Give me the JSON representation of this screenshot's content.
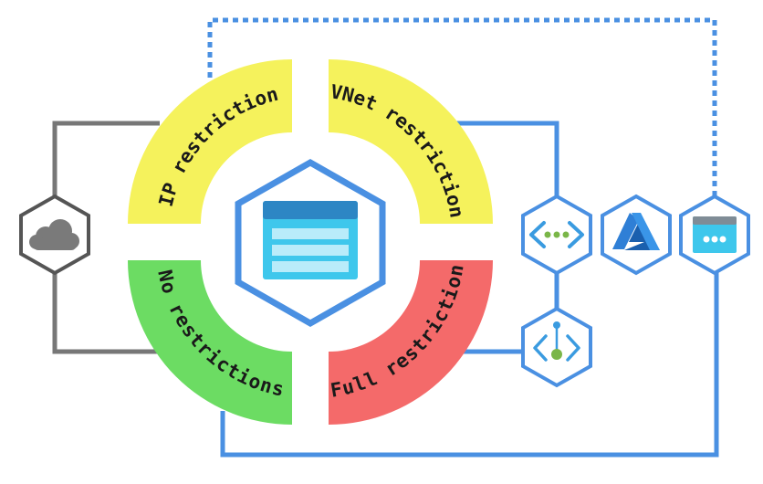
{
  "quadrants": {
    "top_left": {
      "label": "IP restriction",
      "color": "#f5f25c"
    },
    "top_right": {
      "label": "VNet restriction",
      "color": "#f5f25c"
    },
    "bottom_left": {
      "label": "No restrictions",
      "color": "#6cdc63"
    },
    "bottom_right": {
      "label": "Full restriction",
      "color": "#f46a6a"
    }
  },
  "colors": {
    "hex_stroke": "#4a90e2",
    "internet_line": "#777777",
    "vnet_line": "#4a90e2",
    "dotted_line": "#4a90e2",
    "storage_top": "#2d86c4",
    "storage_body": "#3ec7ec",
    "cloud": "#7a7a7a",
    "azure": "#2f7fd6",
    "endpoint_dot": "#7ab648"
  },
  "icons": {
    "center": "storage-account-icon",
    "left": "cloud-icon",
    "right_1": "virtual-network-icon",
    "right_2": "azure-logo-icon",
    "right_3": "web-app-icon",
    "bottom": "private-endpoint-icon"
  }
}
